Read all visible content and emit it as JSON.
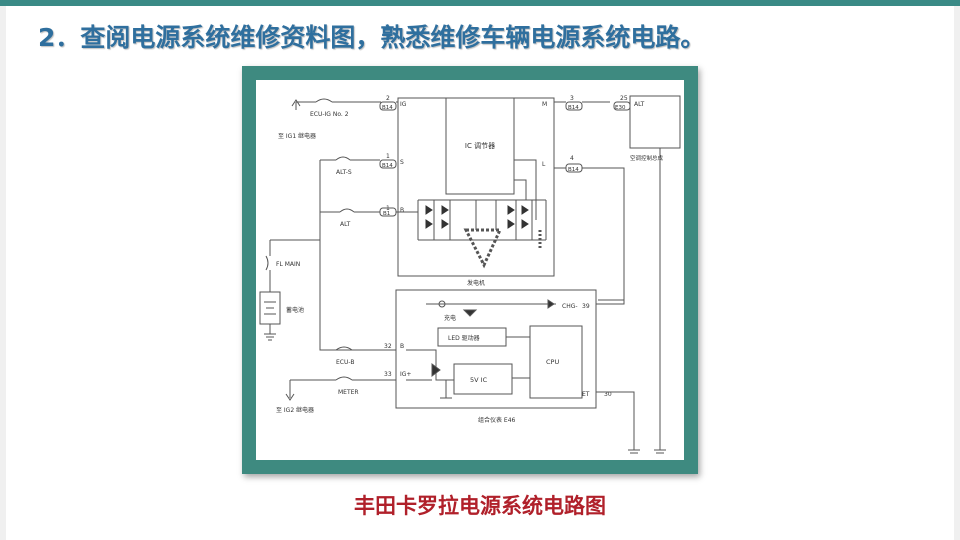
{
  "slide": {
    "title": "2．查阅电源系统维修资料图，熟悉维修车辆电源系统电路。",
    "caption": "丰田卡罗拉电源系统电路图"
  },
  "diagram": {
    "labels": {
      "ecu_ig": "ECU-IG No. 2",
      "to_ig1": "至 IG1 继电器",
      "alt_s": "ALT-S",
      "alt": "ALT",
      "fl_main": "FL MAIN",
      "battery": "蓄电池",
      "ecu_b": "ECU-B",
      "meter": "METER",
      "to_ig2": "至 IG2 继电器",
      "ic_regulator": "IC 调节器",
      "generator": "发电机",
      "pin_ig": "IG",
      "pin_s": "S",
      "pin_b": "B",
      "pin_m": "M",
      "pin_l": "L",
      "conn_b14": "B14",
      "conn_b1": "B1",
      "conn_e30": "E30",
      "num_2": "2",
      "num_1a": "1",
      "num_1b": "1",
      "num_3": "3",
      "num_4": "4",
      "num_25": "25",
      "alt_box": "ALT",
      "ac_ctrl": "空调控制总成",
      "charge": "充电",
      "chg": "CHG-",
      "num_39": "39",
      "led_driver": "LED 驱动器",
      "cpu": "CPU",
      "ic5v": "5V IC",
      "num_32": "32",
      "pin_b2": "B",
      "num_33": "33",
      "pin_igp": "IG+",
      "pin_et": "ET",
      "num_30": "30",
      "combo_meter": "组合仪表 E46"
    }
  }
}
